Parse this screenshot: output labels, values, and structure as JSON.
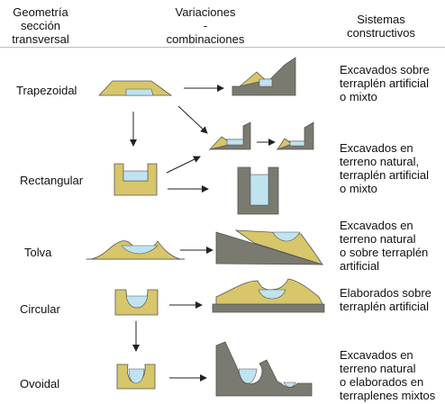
{
  "headers": {
    "col1": [
      "Geometría",
      "sección",
      "transversal"
    ],
    "col2": [
      "Variaciones",
      "-",
      "combinaciones"
    ],
    "col3": [
      "Sistemas",
      "constructivos"
    ]
  },
  "rows": [
    {
      "label": "Trapezoidal",
      "system": [
        "Excavados sobre",
        "terraplén artificial",
        "o mixto"
      ]
    },
    {
      "label": "Rectangular",
      "system": [
        "Excavados en",
        "terreno natural,",
        "terraplén artificial",
        "o mixto"
      ]
    },
    {
      "label": "Tolva",
      "system": [
        "Excavados en",
        "terreno natural",
        "o sobre terraplén",
        "artificial"
      ]
    },
    {
      "label": "Circular",
      "system": [
        "Elaborados sobre",
        "terraplén artificial"
      ]
    },
    {
      "label": "Ovoidal",
      "system": [
        "Excavados en",
        "terreno natural",
        "o elaborados en",
        "terraplenes mixtos"
      ]
    }
  ],
  "colors": {
    "fill": "#d7c66a",
    "water": "#bfe3ef",
    "rock": "#7a7a70",
    "stroke": "#555555"
  }
}
